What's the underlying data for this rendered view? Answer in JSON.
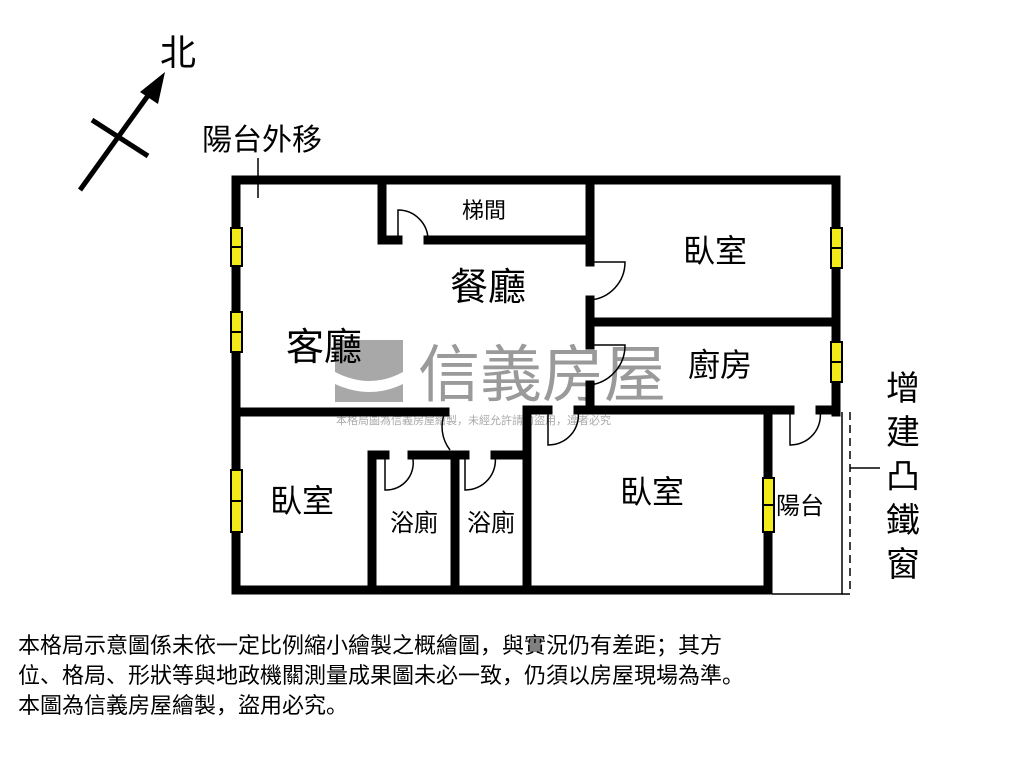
{
  "compass": {
    "north_label": "北"
  },
  "annotations": {
    "balcony_moved": "陽台外移",
    "added_window": [
      "增",
      "建",
      "凸",
      "鐵",
      "窗"
    ]
  },
  "rooms": {
    "stairs": "梯間",
    "dining": "餐廳",
    "living": "客廳",
    "bedroom_top_right": "臥室",
    "kitchen": "廚房",
    "bedroom_left": "臥室",
    "bath_1": "浴廁",
    "bath_2": "浴廁",
    "bedroom_right": "臥室",
    "balcony": "陽台"
  },
  "watermark": {
    "brand": "信義房屋",
    "notice": "本格局圖為信義房屋繪製，未經允許請勿盜用，違者必究"
  },
  "disclaimer": [
    "本格局示意圖係未依一定比例縮小繪製之概繪圖，與實況仍有差距；其方",
    "位、格局、形狀等與地政機關測量成果圖未必一致，仍須以房屋現場為準。",
    "本圖為信義房屋繪製，盜用必究。"
  ],
  "colors": {
    "wall": "#000000",
    "window": "#f2ea1a",
    "watermark": "#9a9a9a"
  }
}
